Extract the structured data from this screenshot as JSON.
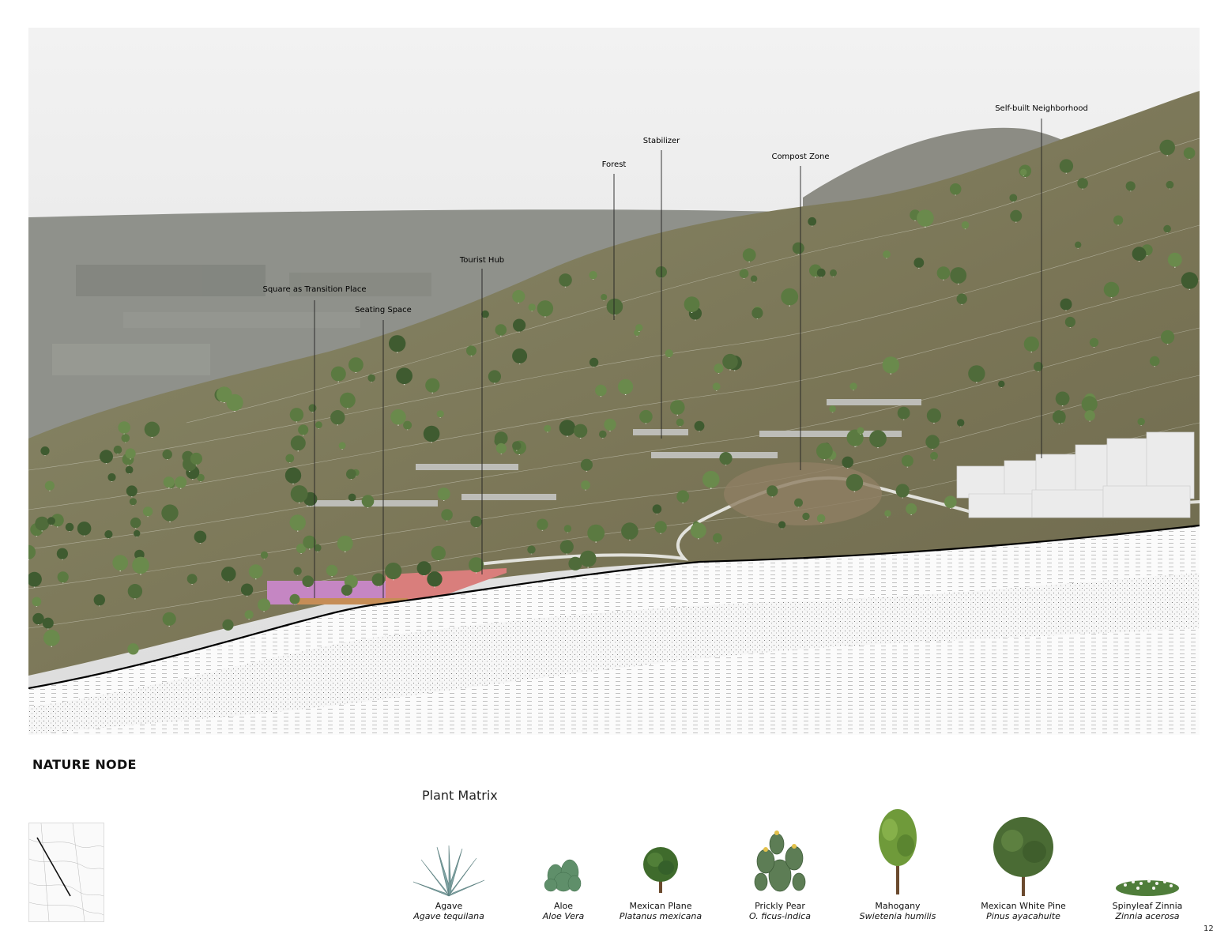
{
  "section_title": "NATURE NODE",
  "matrix_title": "Plant Matrix",
  "page_number": "12",
  "colors": {
    "sky": "#ececec",
    "valley": "#8a8c86",
    "hillside": "#7f7d5e",
    "tree": "#4f6b3a",
    "ground": "#f4f4f4",
    "plaza_magenta": "#c585c2",
    "plaza_salmon": "#d97d7b",
    "neighborhood_blocks": "#e9e9e9"
  },
  "callouts": [
    {
      "label": "Square as Transition Place"
    },
    {
      "label": "Seating Space"
    },
    {
      "label": "Tourist Hub"
    },
    {
      "label": "Forest"
    },
    {
      "label": "Stabilizer"
    },
    {
      "label": "Compost Zone"
    },
    {
      "label": "Self-built Neighborhood"
    }
  ],
  "plants": [
    {
      "name": "Agave",
      "scientific": "Agave tequilana",
      "icon": "agave-icon"
    },
    {
      "name": "Aloe",
      "scientific": "Aloe Vera",
      "icon": "aloe-icon"
    },
    {
      "name": "Mexican Plane",
      "scientific": "Platanus mexicana",
      "icon": "plane-tree-icon"
    },
    {
      "name": "Prickly Pear",
      "scientific": "O. ficus-indica",
      "icon": "cactus-icon"
    },
    {
      "name": "Mahogany",
      "scientific": "Swietenia humilis",
      "icon": "mahogany-icon"
    },
    {
      "name": "Mexican White Pine",
      "scientific": "Pinus ayacahuite",
      "icon": "pine-icon"
    },
    {
      "name": "Spinyleaf Zinnia",
      "scientific": "Zinnia acerosa",
      "icon": "zinnia-icon"
    }
  ]
}
